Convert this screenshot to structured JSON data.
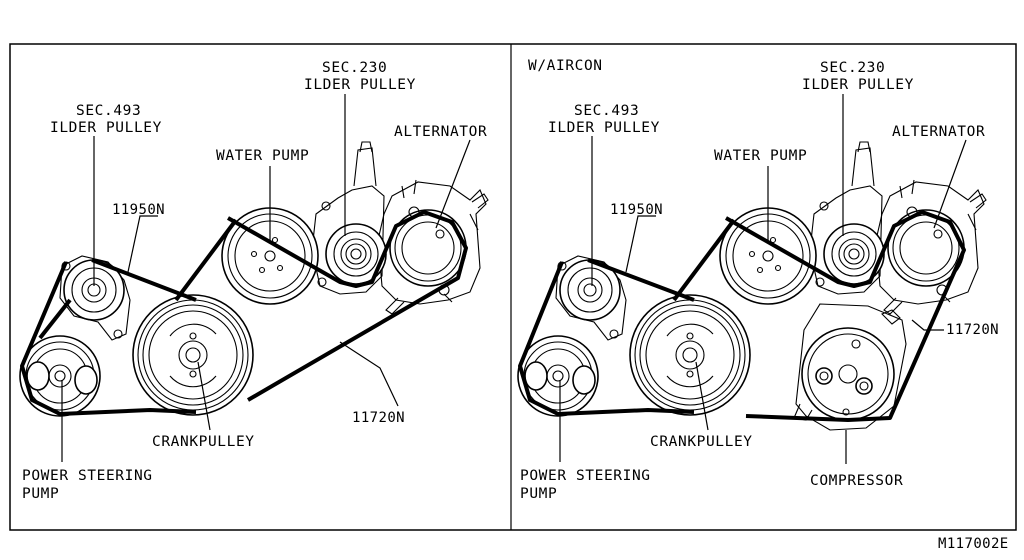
{
  "figure_code": "M117002E",
  "left_panel": {
    "labels": {
      "idler_230_sec": "SEC.230",
      "idler_230_name": "ILDER PULLEY",
      "idler_493_sec": "SEC.493",
      "idler_493_name": "ILDER PULLEY",
      "alternator": "ALTERNATOR",
      "water_pump": "WATER PUMP",
      "belt_11950n": "11950N",
      "belt_11720n": "11720N",
      "crankpulley": "CRANKPULLEY",
      "ps_pump_line1": "POWER STEERING",
      "ps_pump_line2": "PUMP"
    }
  },
  "right_panel": {
    "variant": "W/AIRCON",
    "labels": {
      "idler_230_sec": "SEC.230",
      "idler_230_name": "ILDER PULLEY",
      "idler_493_sec": "SEC.493",
      "idler_493_name": "ILDER PULLEY",
      "alternator": "ALTERNATOR",
      "water_pump": "WATER PUMP",
      "belt_11950n": "11950N",
      "belt_11720n": "11720N",
      "crankpulley": "CRANKPULLEY",
      "ps_pump_line1": "POWER STEERING",
      "ps_pump_line2": "PUMP",
      "compressor": "COMPRESSOR"
    }
  }
}
